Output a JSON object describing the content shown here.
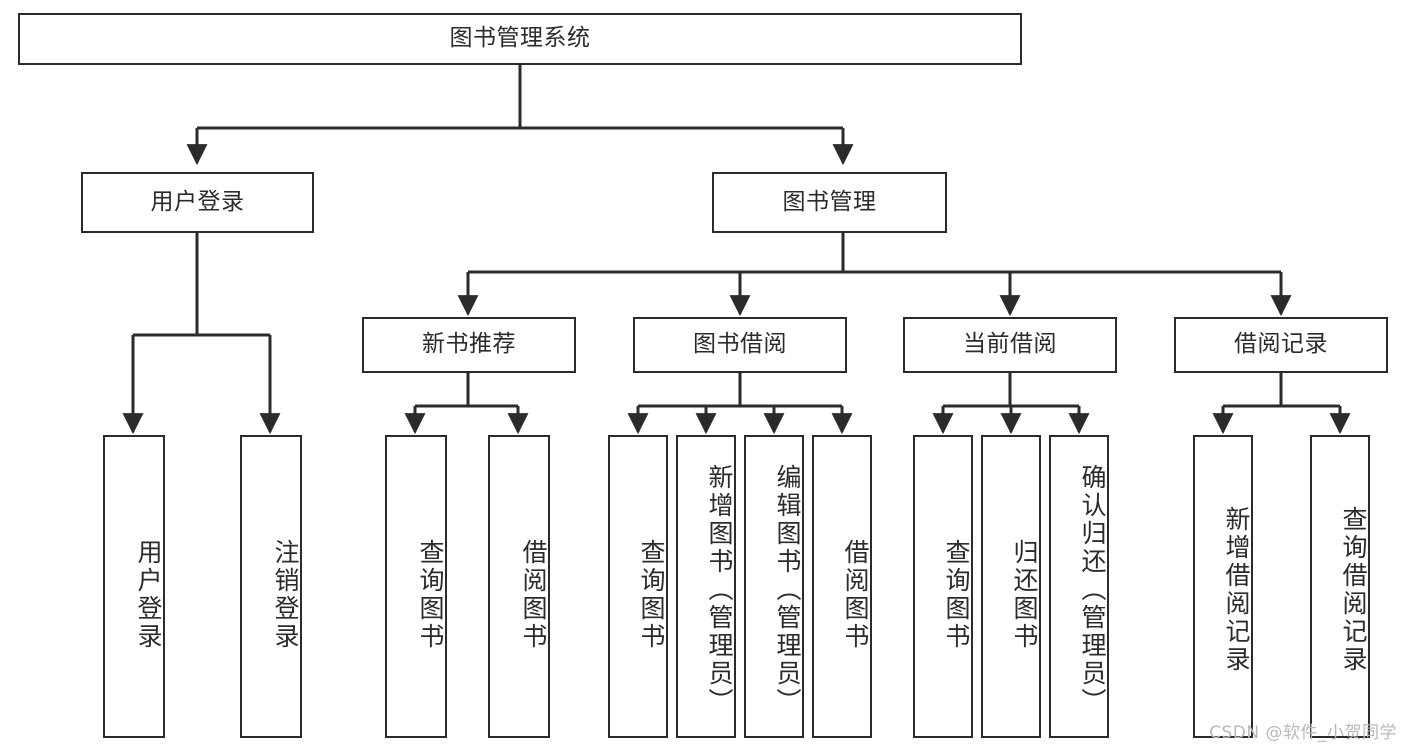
{
  "diagram": {
    "title": "图书管理系统",
    "type": "function-structure-tree",
    "watermark": "CSDN @软件_小贺同学",
    "colors": {
      "stroke": "#2b2b2b",
      "fill": "#ffffff",
      "text": "#2b2b2b",
      "watermark": "#b9b9b9",
      "background": "#ffffff"
    },
    "levels": {
      "root": {
        "label": "图书管理系统"
      },
      "level1": [
        {
          "label": "用户登录"
        },
        {
          "label": "图书管理"
        }
      ],
      "level2": [
        {
          "label": "新书推荐"
        },
        {
          "label": "图书借阅"
        },
        {
          "label": "当前借阅"
        },
        {
          "label": "借阅记录"
        }
      ],
      "level3": [
        {
          "label": "用户登录",
          "parent": "用户登录"
        },
        {
          "label": "注销登录",
          "parent": "用户登录"
        },
        {
          "label": "查询图书",
          "parent": "新书推荐"
        },
        {
          "label": "借阅图书",
          "parent": "新书推荐"
        },
        {
          "label": "查询图书",
          "parent": "图书借阅"
        },
        {
          "label": "新增图书（管理员）",
          "parent": "图书借阅"
        },
        {
          "label": "编辑图书（管理员）",
          "parent": "图书借阅"
        },
        {
          "label": "借阅图书",
          "parent": "图书借阅"
        },
        {
          "label": "查询图书",
          "parent": "当前借阅"
        },
        {
          "label": "归还图书",
          "parent": "当前借阅"
        },
        {
          "label": "确认归还（管理员）",
          "parent": "当前借阅"
        },
        {
          "label": "新增借阅记录",
          "parent": "借阅记录"
        },
        {
          "label": "查询借阅记录",
          "parent": "借阅记录"
        }
      ]
    }
  }
}
